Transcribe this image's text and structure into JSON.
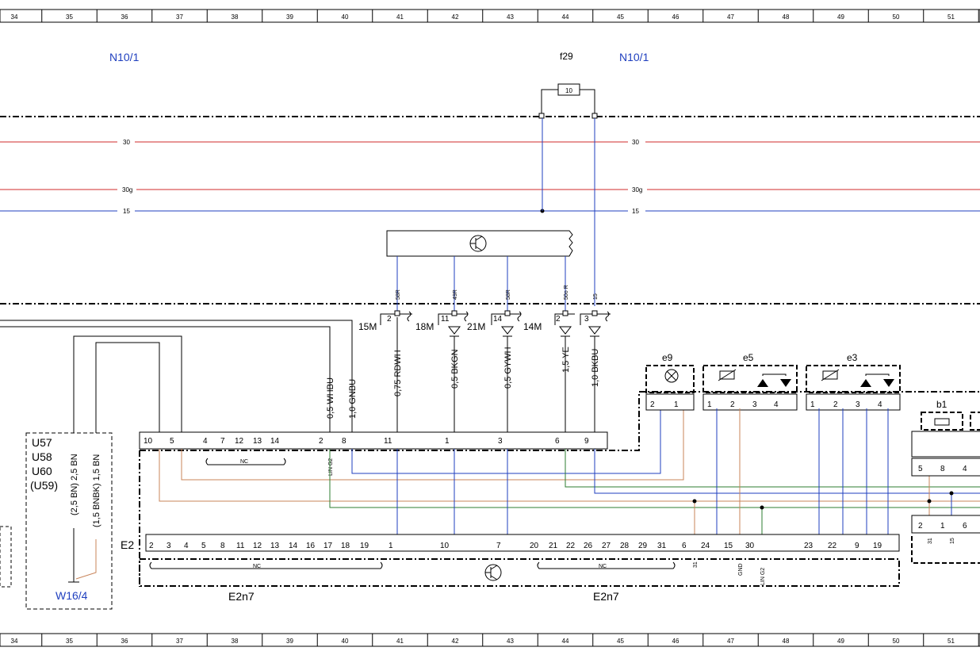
{
  "grid": [
    "34",
    "35",
    "36",
    "37",
    "38",
    "39",
    "40",
    "41",
    "42",
    "43",
    "44",
    "45",
    "46",
    "47",
    "48",
    "49",
    "50",
    "51"
  ],
  "labels": {
    "n10_left": "N10/1",
    "n10_right": "N10/1",
    "f29": "f29",
    "fuse_value": "10",
    "e2": "E2",
    "e2n7_left": "E2n7",
    "e2n7_right": "E2n7",
    "w16": "W16/4",
    "nc": "NC",
    "e9": "e9",
    "e5": "e5",
    "e3": "e3",
    "b1": "b1"
  },
  "buses": [
    {
      "name": "30",
      "left": "30",
      "right": "30",
      "color": "#d12b2b"
    },
    {
      "name": "30g",
      "left": "30g",
      "right": "30g",
      "color": "#d12b2b"
    },
    {
      "name": "15",
      "left": "15",
      "right": "15",
      "color": "#1f3fbf"
    }
  ],
  "variants": [
    "U57",
    "U58",
    "U60",
    "(U59)"
  ],
  "wires_left": [
    "(2,5 BN) 2,5 BN",
    "(1,5 BNBK) 1,5 BN"
  ],
  "ground_pins": [
    {
      "pin": "2",
      "label": "58R",
      "conn": "15M"
    },
    {
      "pin": "11",
      "label": "49R",
      "conn": "18M"
    },
    {
      "pin": "14",
      "label": "58R",
      "conn": "21M"
    },
    {
      "pin": "2",
      "label": "50o R",
      "conn": "14M"
    },
    {
      "pin": "3",
      "label": "15",
      "conn": ""
    }
  ],
  "wires_mid": [
    "0,5 WHBU",
    "1,0 GNBU",
    "0,75 RDWH",
    "0,5 BKGN",
    "0,5 GYWH",
    "1,5 YE",
    "1,0 BKBU"
  ],
  "upper_pins": [
    "10",
    "5",
    "4",
    "7",
    "12",
    "13",
    "14",
    "2",
    "8",
    "11",
    "1",
    "3",
    "6",
    "9"
  ],
  "lower_pins": [
    "2",
    "3",
    "4",
    "5",
    "8",
    "11",
    "12",
    "13",
    "14",
    "16",
    "17",
    "18",
    "19",
    "1",
    "10",
    "7",
    "20",
    "21",
    "22",
    "26",
    "27",
    "28",
    "29",
    "31",
    "6",
    "24",
    "15",
    "30",
    "23",
    "22",
    "9",
    "19"
  ],
  "comp_pins": {
    "e9": [
      "2",
      "1"
    ],
    "e5": [
      "1",
      "2",
      "3",
      "4"
    ],
    "e3": [
      "1",
      "2",
      "3",
      "4"
    ],
    "b1_top": [
      "5",
      "8",
      "4"
    ],
    "b1_bot": [
      "2",
      "1",
      "6"
    ]
  },
  "pin_tags": {
    "lin": "LIN G2",
    "gnd": "GND",
    "t31": "31",
    "t15": "15"
  }
}
